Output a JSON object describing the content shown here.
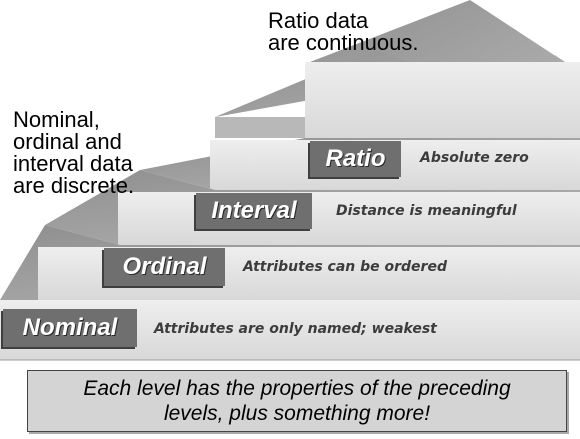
{
  "notes": {
    "ratio_continuous": "Ratio data\nare continuous.",
    "discrete": "Nominal,\nordinal and\ninterval data\nare discrete."
  },
  "levels": [
    {
      "name": "Nominal",
      "description": "Attributes are only named; weakest"
    },
    {
      "name": "Ordinal",
      "description": "Attributes can be ordered"
    },
    {
      "name": "Interval",
      "description": "Distance is meaningful"
    },
    {
      "name": "Ratio",
      "description": "Absolute zero"
    }
  ],
  "summary": "Each level has the properties of the preceding\nlevels, plus something more!",
  "colors": {
    "label_fill": "#6f6f6f",
    "stair_top": "#a9a9a9",
    "stair_riser": "#e6e6e6",
    "stair_side": "#c4c4c4",
    "summary_fill": "#d4d4d4"
  }
}
